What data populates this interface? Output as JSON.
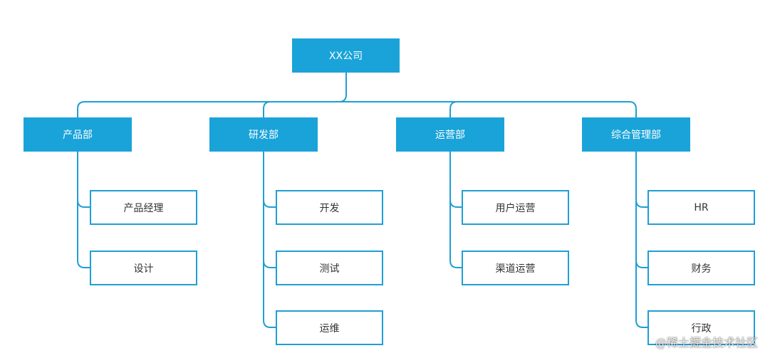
{
  "org_chart": {
    "root": {
      "label": "XX公司"
    },
    "departments": [
      {
        "label": "产品部",
        "children": [
          {
            "label": "产品经理"
          },
          {
            "label": "设计"
          }
        ]
      },
      {
        "label": "研发部",
        "children": [
          {
            "label": "开发"
          },
          {
            "label": "测试"
          },
          {
            "label": "运维"
          }
        ]
      },
      {
        "label": "运营部",
        "children": [
          {
            "label": "用户运营"
          },
          {
            "label": "渠道运营"
          }
        ]
      },
      {
        "label": "综合管理部",
        "children": [
          {
            "label": "HR"
          },
          {
            "label": "财务"
          },
          {
            "label": "行政"
          }
        ]
      }
    ]
  },
  "colors": {
    "filled_node": "#1aa3d8",
    "connector": "#1f9fd4",
    "outline_border": "#1f9fd4"
  },
  "watermark": {
    "text": "@稀土掘金技术社区"
  }
}
